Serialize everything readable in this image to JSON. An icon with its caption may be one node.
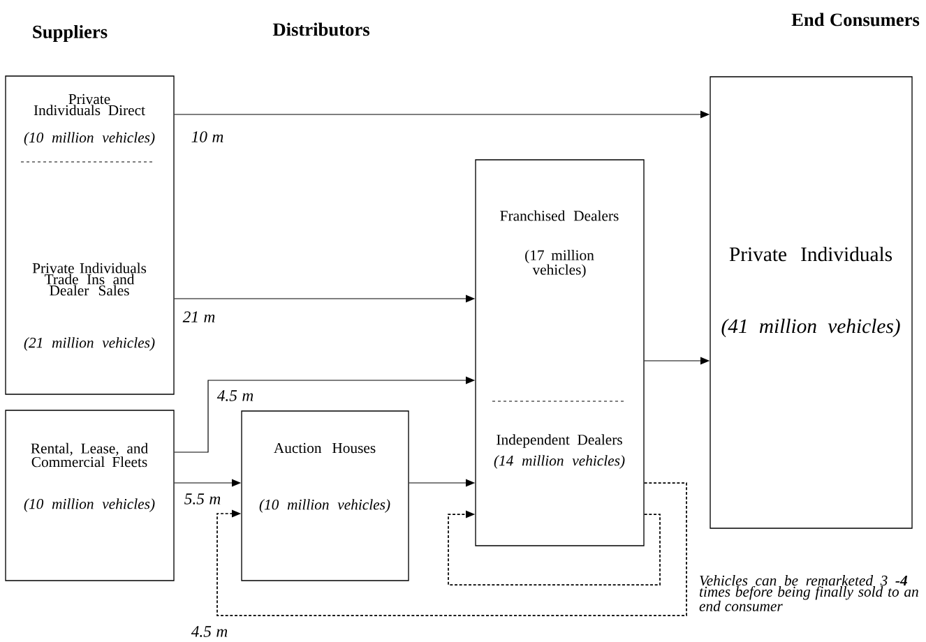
{
  "diagram": {
    "nodes": [
      {
        "text": [
          "Private Individuals Direct",
          "(10 million vehicles)",
          "Private Individuals Trade Ins and Dealer Sales",
          "(21 million vehicles)"
        ]
      },
      {
        "text": [
          "Rental, Lease, and Commercial Fleets",
          "(10 million vehicles)"
        ]
      },
      {
        "text": [
          "Auction Houses",
          "(10 million vehicles)"
        ]
      },
      {
        "text": [
          "Franchised Dealers",
          "(17 million vehicles)",
          "Independent Dealers",
          "(14 million vehicles)"
        ]
      },
      {
        "text": [
          "Private Individuals",
          "(41 million vehicles)"
        ]
      }
    ],
    "edges": [
      {
        "from": 0,
        "to": 4,
        "arrow": "to",
        "label": "10 m"
      },
      {
        "from": 0,
        "to": 3,
        "arrow": "to",
        "label": "21 m"
      },
      {
        "from": 1,
        "to": 3,
        "arrow": "to",
        "label": "4.5 m"
      },
      {
        "from": 1,
        "to": 2,
        "arrow": "to",
        "label": "5.5 m"
      },
      {
        "from": 2,
        "to": 3,
        "arrow": "to"
      },
      {
        "from": 3,
        "to": 4,
        "arrow": "to"
      },
      {
        "from": 3,
        "to": 3,
        "arrow": "to",
        "style": "dashed"
      },
      {
        "from": 3,
        "to": 2,
        "arrow": "to",
        "style": "dashed",
        "label": "4.5 m"
      }
    ],
    "labels": [
      "Suppliers",
      "Distributors",
      "End Consumers",
      "Vehicles can be remarketed 3 **-4** times before being finally sold to an end consumer"
    ]
  }
}
